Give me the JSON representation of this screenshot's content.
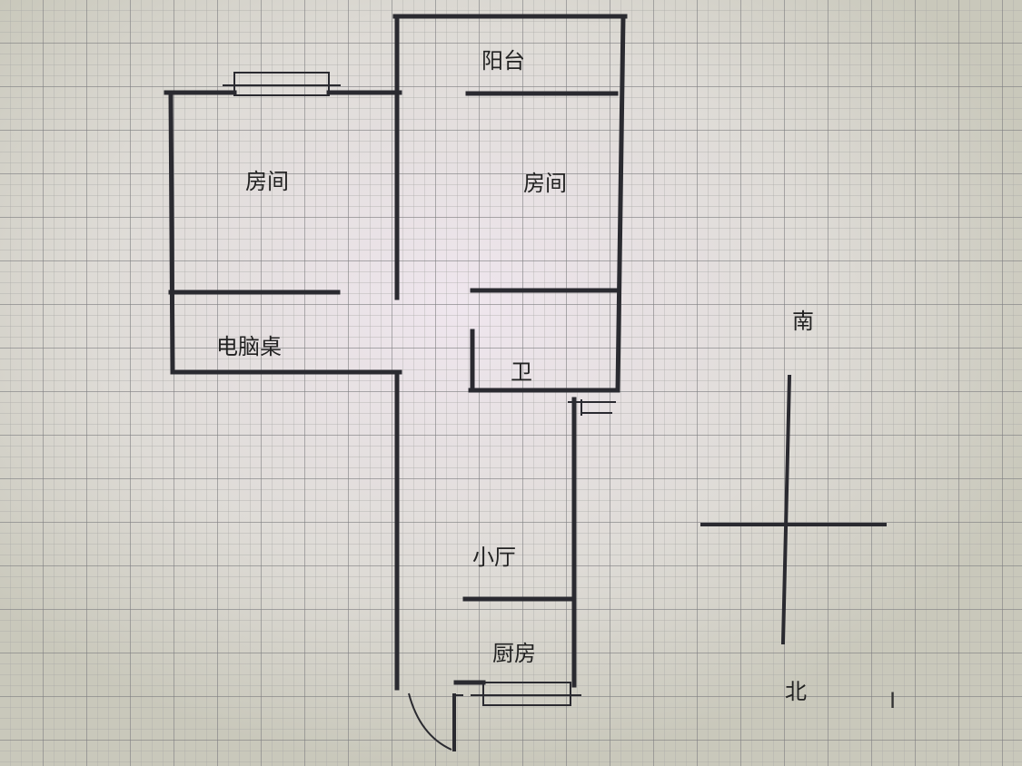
{
  "plan": {
    "rooms": {
      "balcony": "阳台",
      "room_left": "房间",
      "room_right": "房间",
      "computer_desk": "电脑桌",
      "bathroom": "卫",
      "small_hall": "小厅",
      "kitchen": "厨房"
    },
    "compass": {
      "south": "南",
      "north": "北"
    },
    "stray_mark": "I"
  }
}
